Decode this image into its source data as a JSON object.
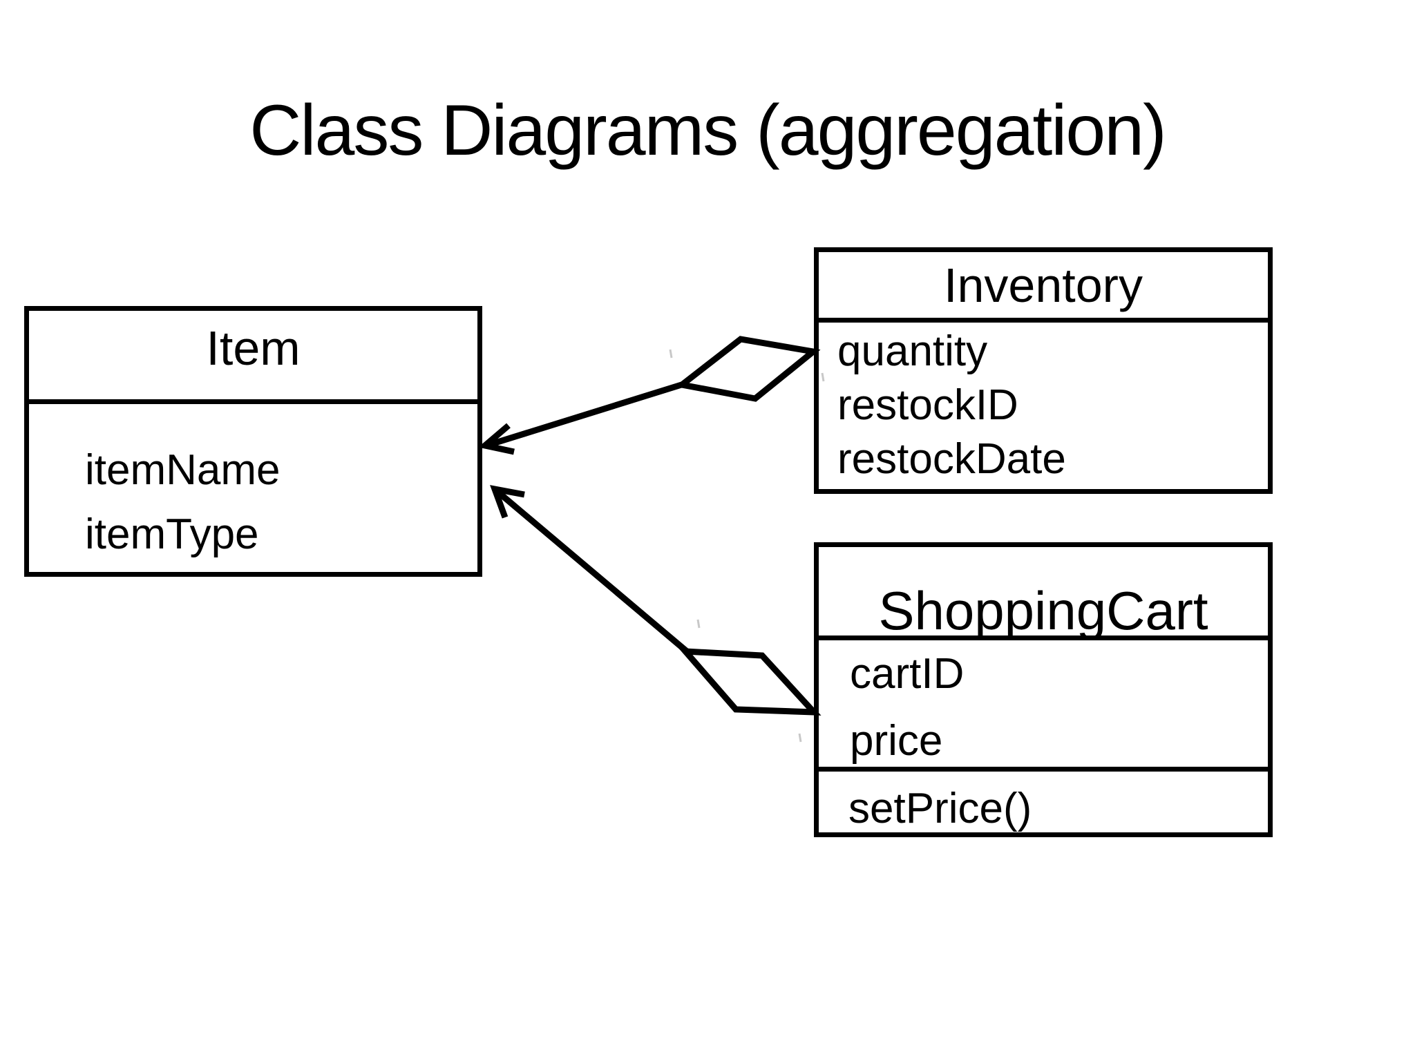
{
  "title": "Class Diagrams (aggregation)",
  "classes": [
    {
      "name": "Item",
      "attributes": [
        "itemName",
        "itemType"
      ],
      "methods": []
    },
    {
      "name": "Inventory",
      "attributes": [
        "quantity",
        "restockID",
        "restockDate"
      ],
      "methods": []
    },
    {
      "name": "ShoppingCart",
      "attributes": [
        "cartID",
        "price"
      ],
      "methods": [
        "setPrice()"
      ]
    }
  ],
  "relationships": [
    {
      "type": "aggregation",
      "whole": "Inventory",
      "part": "Item"
    },
    {
      "type": "aggregation",
      "whole": "ShoppingCart",
      "part": "Item"
    }
  ],
  "colors": {
    "background": "#ffffff",
    "line": "#000000",
    "faint_tick": "#b0b0b0"
  }
}
